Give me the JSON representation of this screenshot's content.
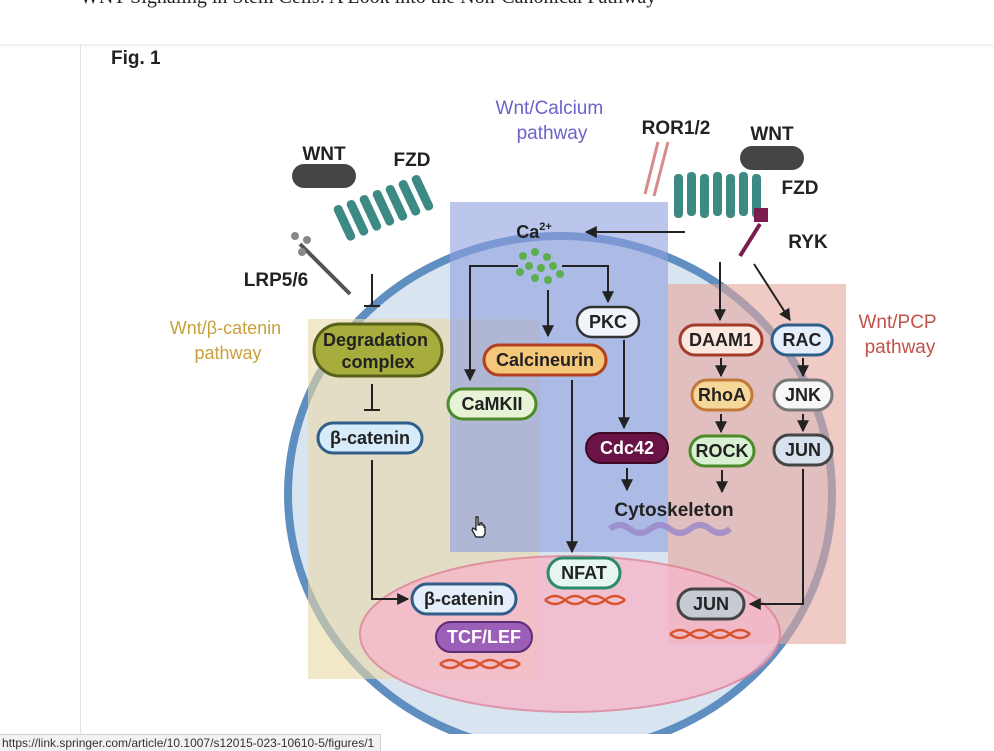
{
  "page": {
    "title": "WNT Signaling in Stem Cells: A Look into the Non-Canonical Pathway",
    "figure_label": "Fig. 1",
    "status_url": "https://link.springer.com/article/10.1007/s12015-023-10610-5/figures/1"
  },
  "diagram": {
    "pathway_calcium": [
      "Wnt/Calcium",
      "pathway"
    ],
    "pathway_beta": [
      "Wnt/β-catenin",
      "pathway"
    ],
    "pathway_pcp": [
      "Wnt/PCP",
      "pathway"
    ],
    "wnt_left": "WNT",
    "fzd_left": "FZD",
    "lrp": "LRP5/6",
    "ror": "ROR1/2",
    "wnt_right": "WNT",
    "fzd_right": "FZD",
    "ryk": "RYK",
    "ca": "Ca",
    "ca_sup": "2+",
    "degradation": [
      "Degradation",
      "complex"
    ],
    "beta_catenin": "β-catenin",
    "beta_catenin_nuc": "β-catenin",
    "tcf_lef": "TCF/LEF",
    "pkc": "PKC",
    "calcineurin": "Calcineurin",
    "camkii": "CaMKII",
    "cdc42": "Cdc42",
    "cytoskeleton": "Cytoskeleton",
    "nfat": "NFAT",
    "daam1": "DAAM1",
    "rac": "RAC",
    "rhoa": "RhoA",
    "jnk": "JNK",
    "rock": "ROCK",
    "jun": "JUN",
    "jun_nuc": "JUN"
  },
  "colors": {
    "calcium_label": "#6b63c9",
    "beta_label": "#c9a13a",
    "pcp_label": "#c0524a",
    "cell_border": "#5e8fc0",
    "membrane_protein": "#3d8a84"
  }
}
